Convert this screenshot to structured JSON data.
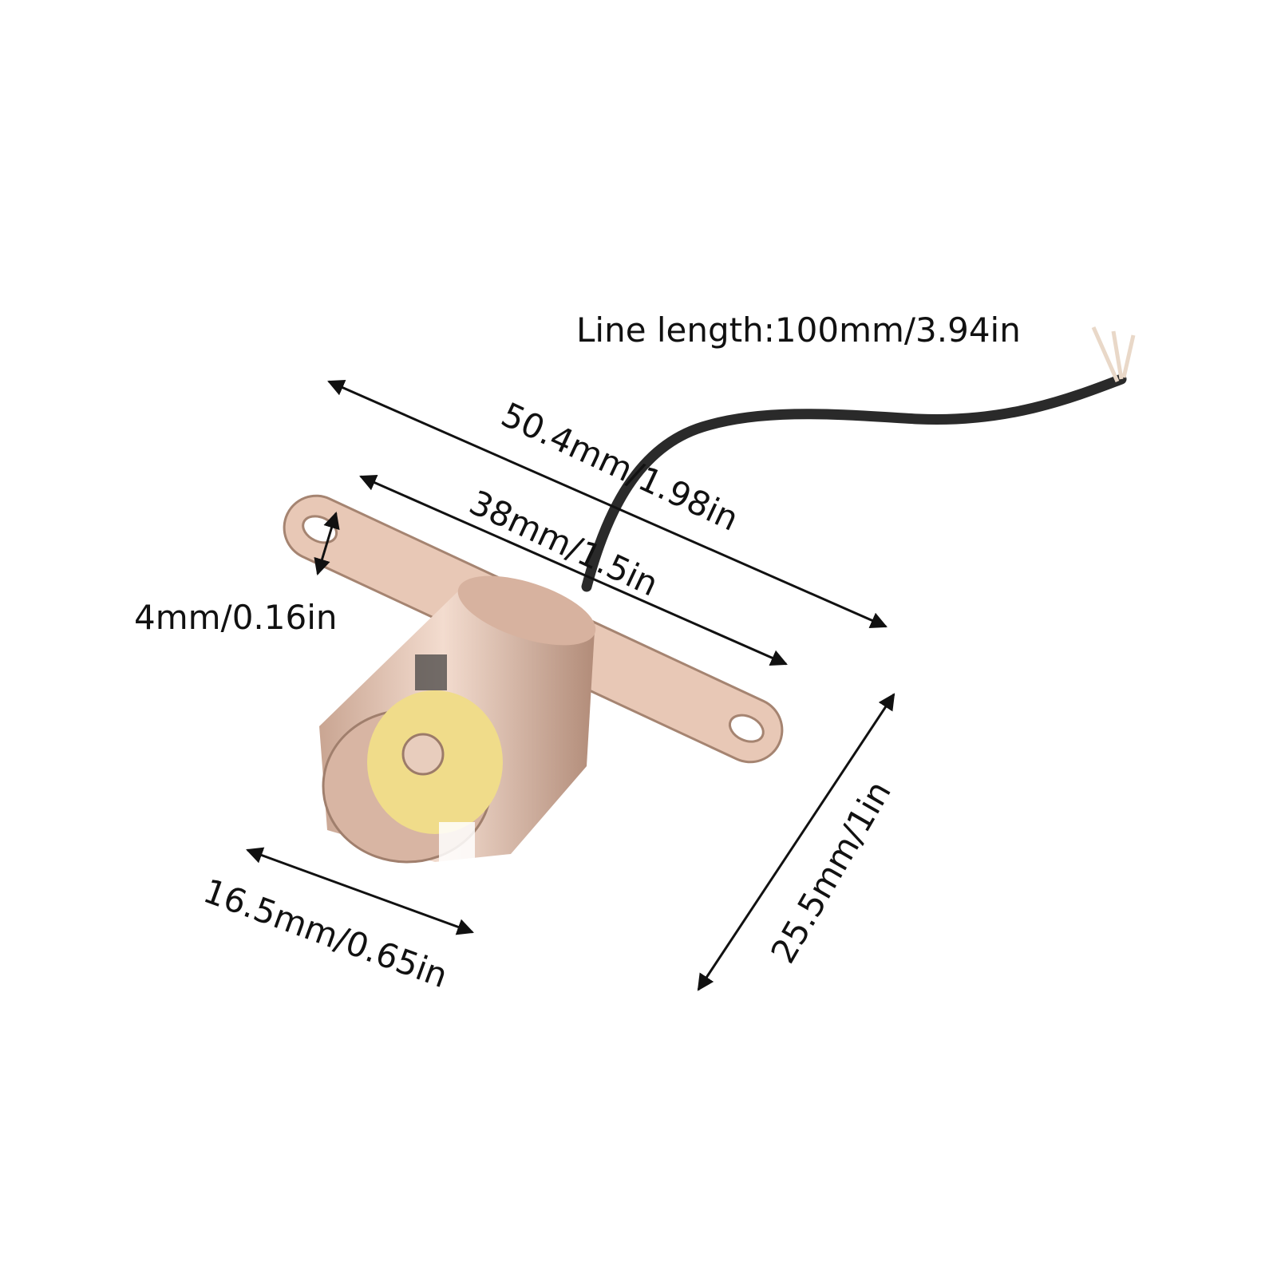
{
  "labels": {
    "line_length": "Line length:100mm/3.94in",
    "overall_length": "50.4mm/1.98in",
    "hole_spacing": "38mm/1.5in",
    "hole_width": "4mm/0.16in",
    "socket_diameter": "16.5mm/0.65in",
    "height": "25.5mm/1in"
  },
  "colors": {
    "metal": "#e6c3b0",
    "metal_dark": "#b58f7c",
    "insulator": "#f0dc8a",
    "wire": "#2a2a2a",
    "text": "#111111"
  }
}
